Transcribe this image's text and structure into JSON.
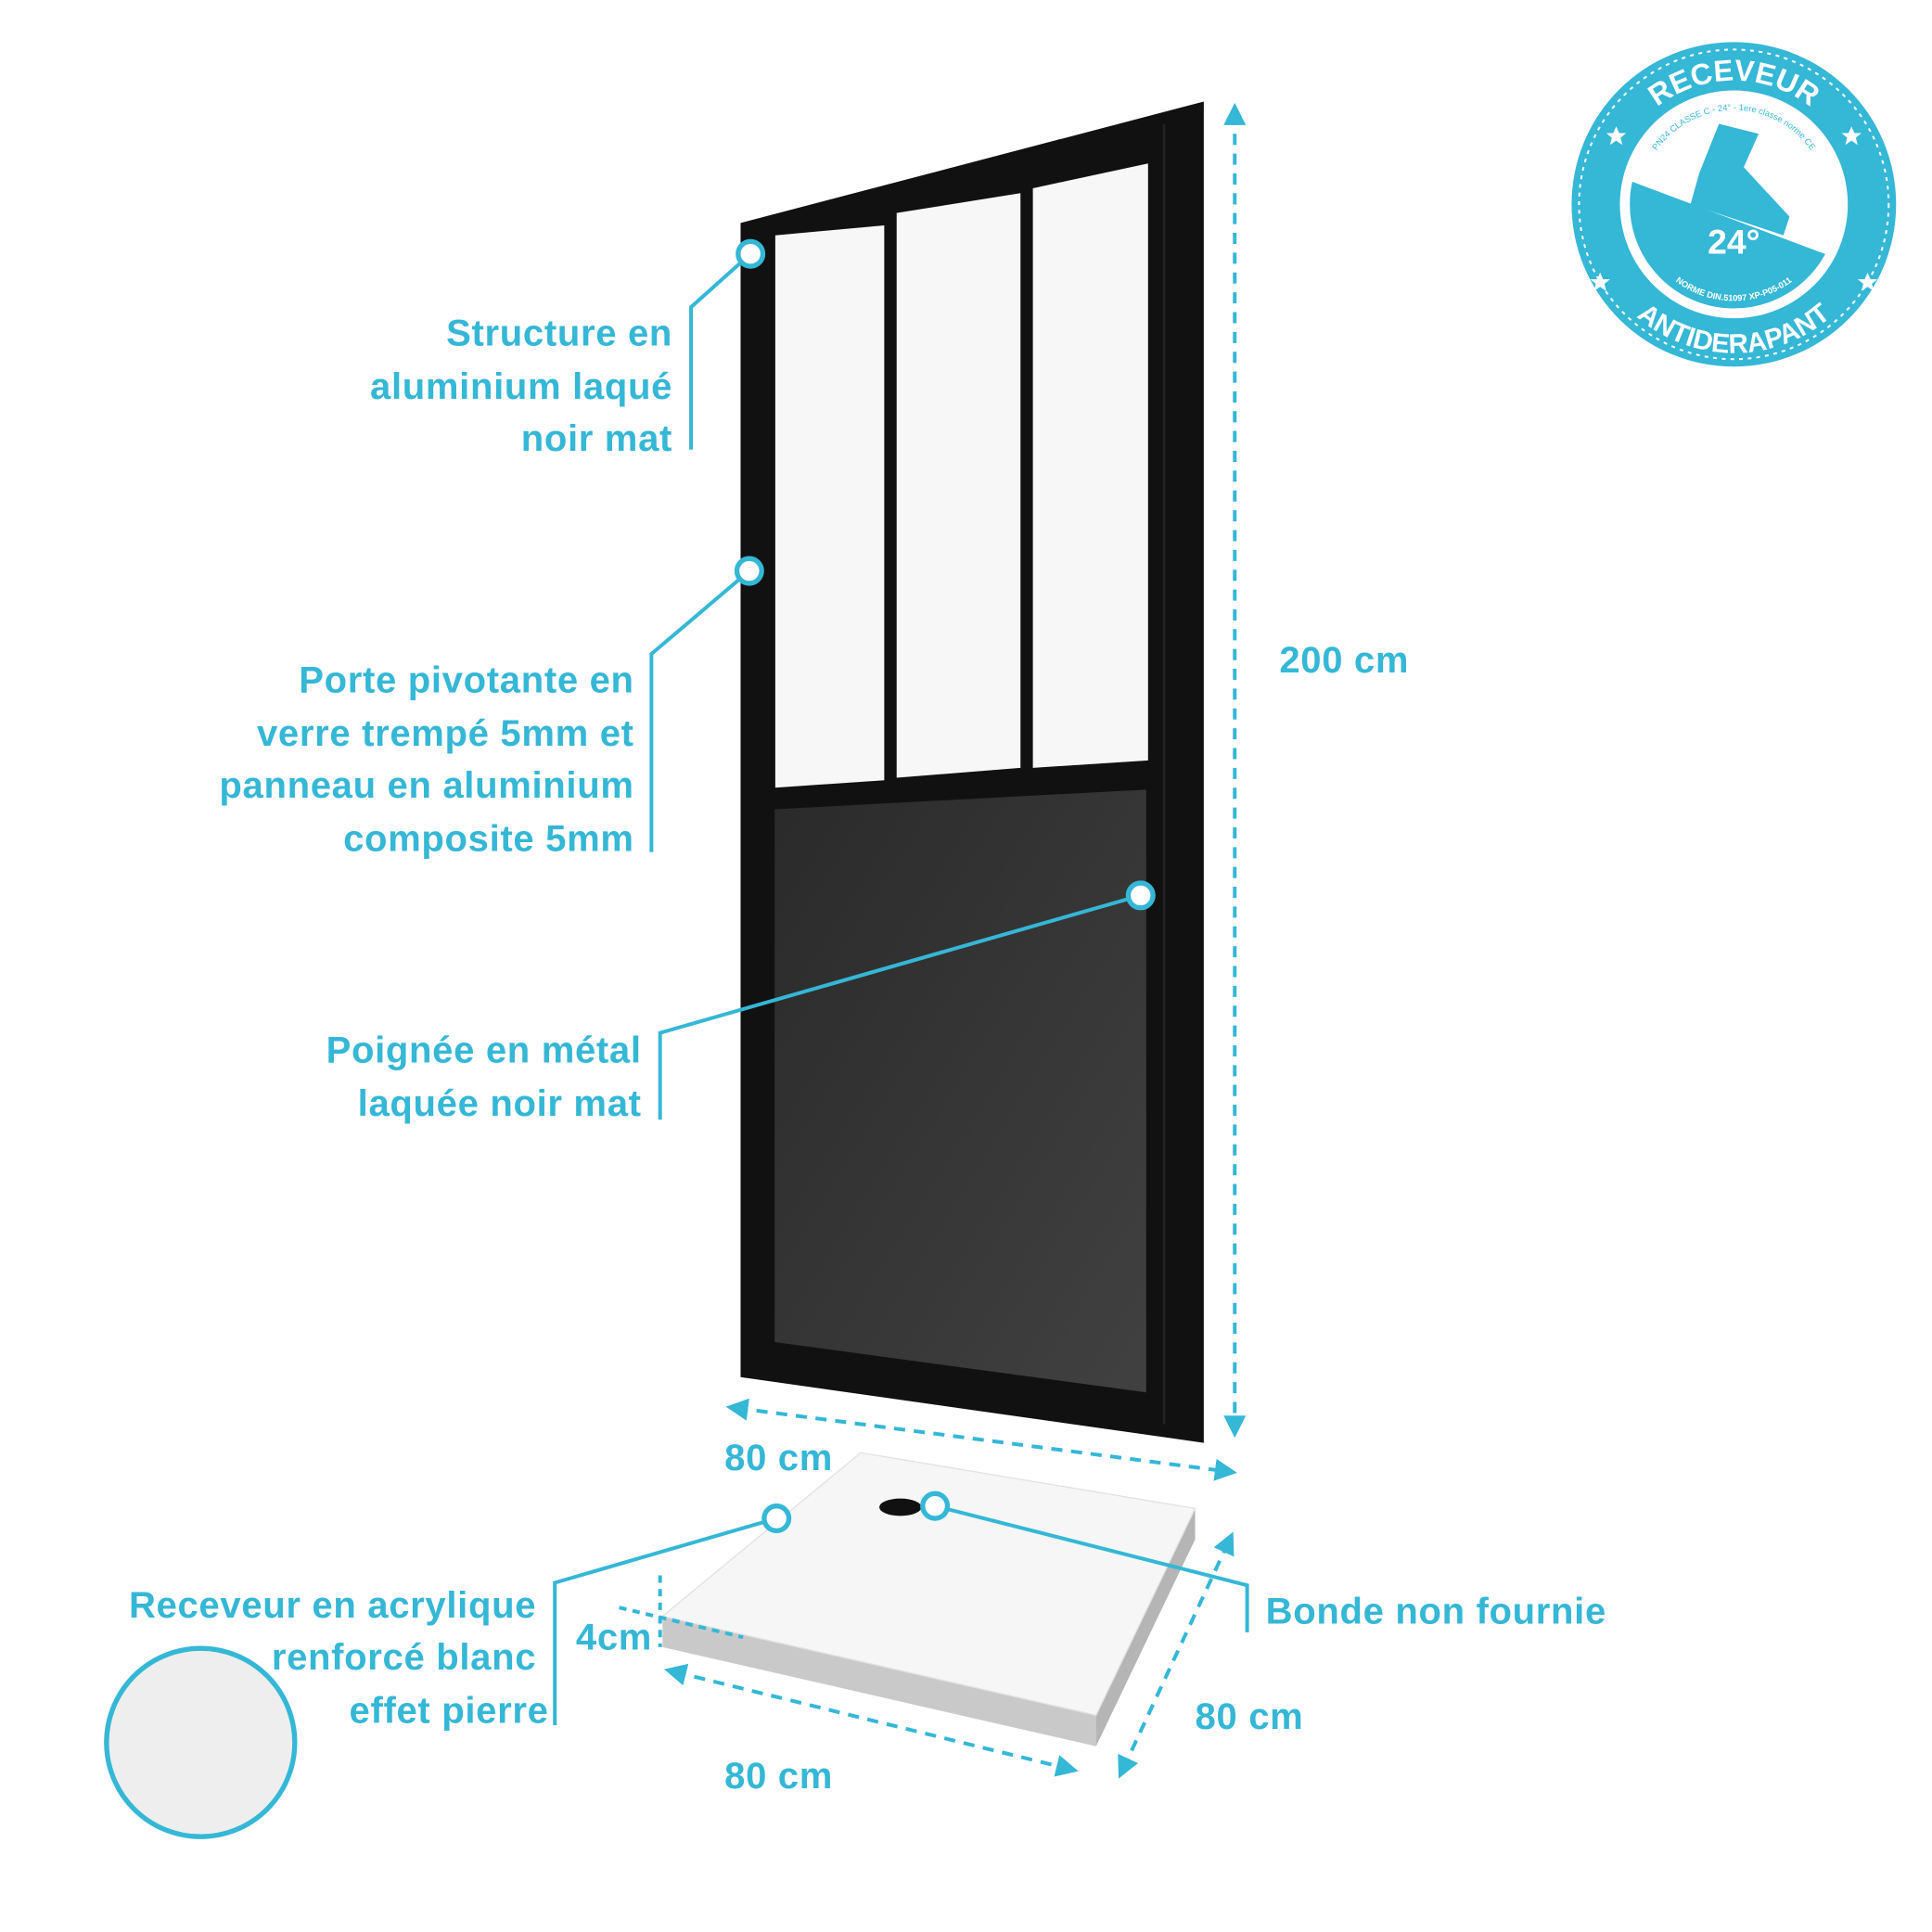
{
  "colors": {
    "accent": "#35b7d6",
    "frame": "#111111",
    "panel": "#353535",
    "glass": "#f7f7f7"
  },
  "callouts": {
    "structure": [
      "Structure en",
      "aluminium laqué",
      "noir mat"
    ],
    "door": [
      "Porte pivotante en",
      "verre trempé 5mm et",
      "panneau en aluminium",
      "composite 5mm"
    ],
    "handle": [
      "Poignée en métal",
      "laquée noir mat"
    ],
    "tray": [
      "Receveur en acrylique",
      "renforcé blanc",
      "effet pierre"
    ],
    "drain": [
      "Bonde non fournie"
    ]
  },
  "dimensions": {
    "door_height": "200 cm",
    "door_width": "80 cm",
    "tray_thickness": "4cm",
    "tray_width": "80 cm",
    "tray_depth": "80 cm"
  },
  "badge": {
    "top": "RECEVEUR",
    "arc_top": "PN24 CLASSE C - 24° - 1ere classe norme CE",
    "angle": "24°",
    "arc_bottom": "NORME DIN.51097 XP-P05-011",
    "bottom": "ANTIDERAPANT",
    "icon": "foot-icon"
  }
}
